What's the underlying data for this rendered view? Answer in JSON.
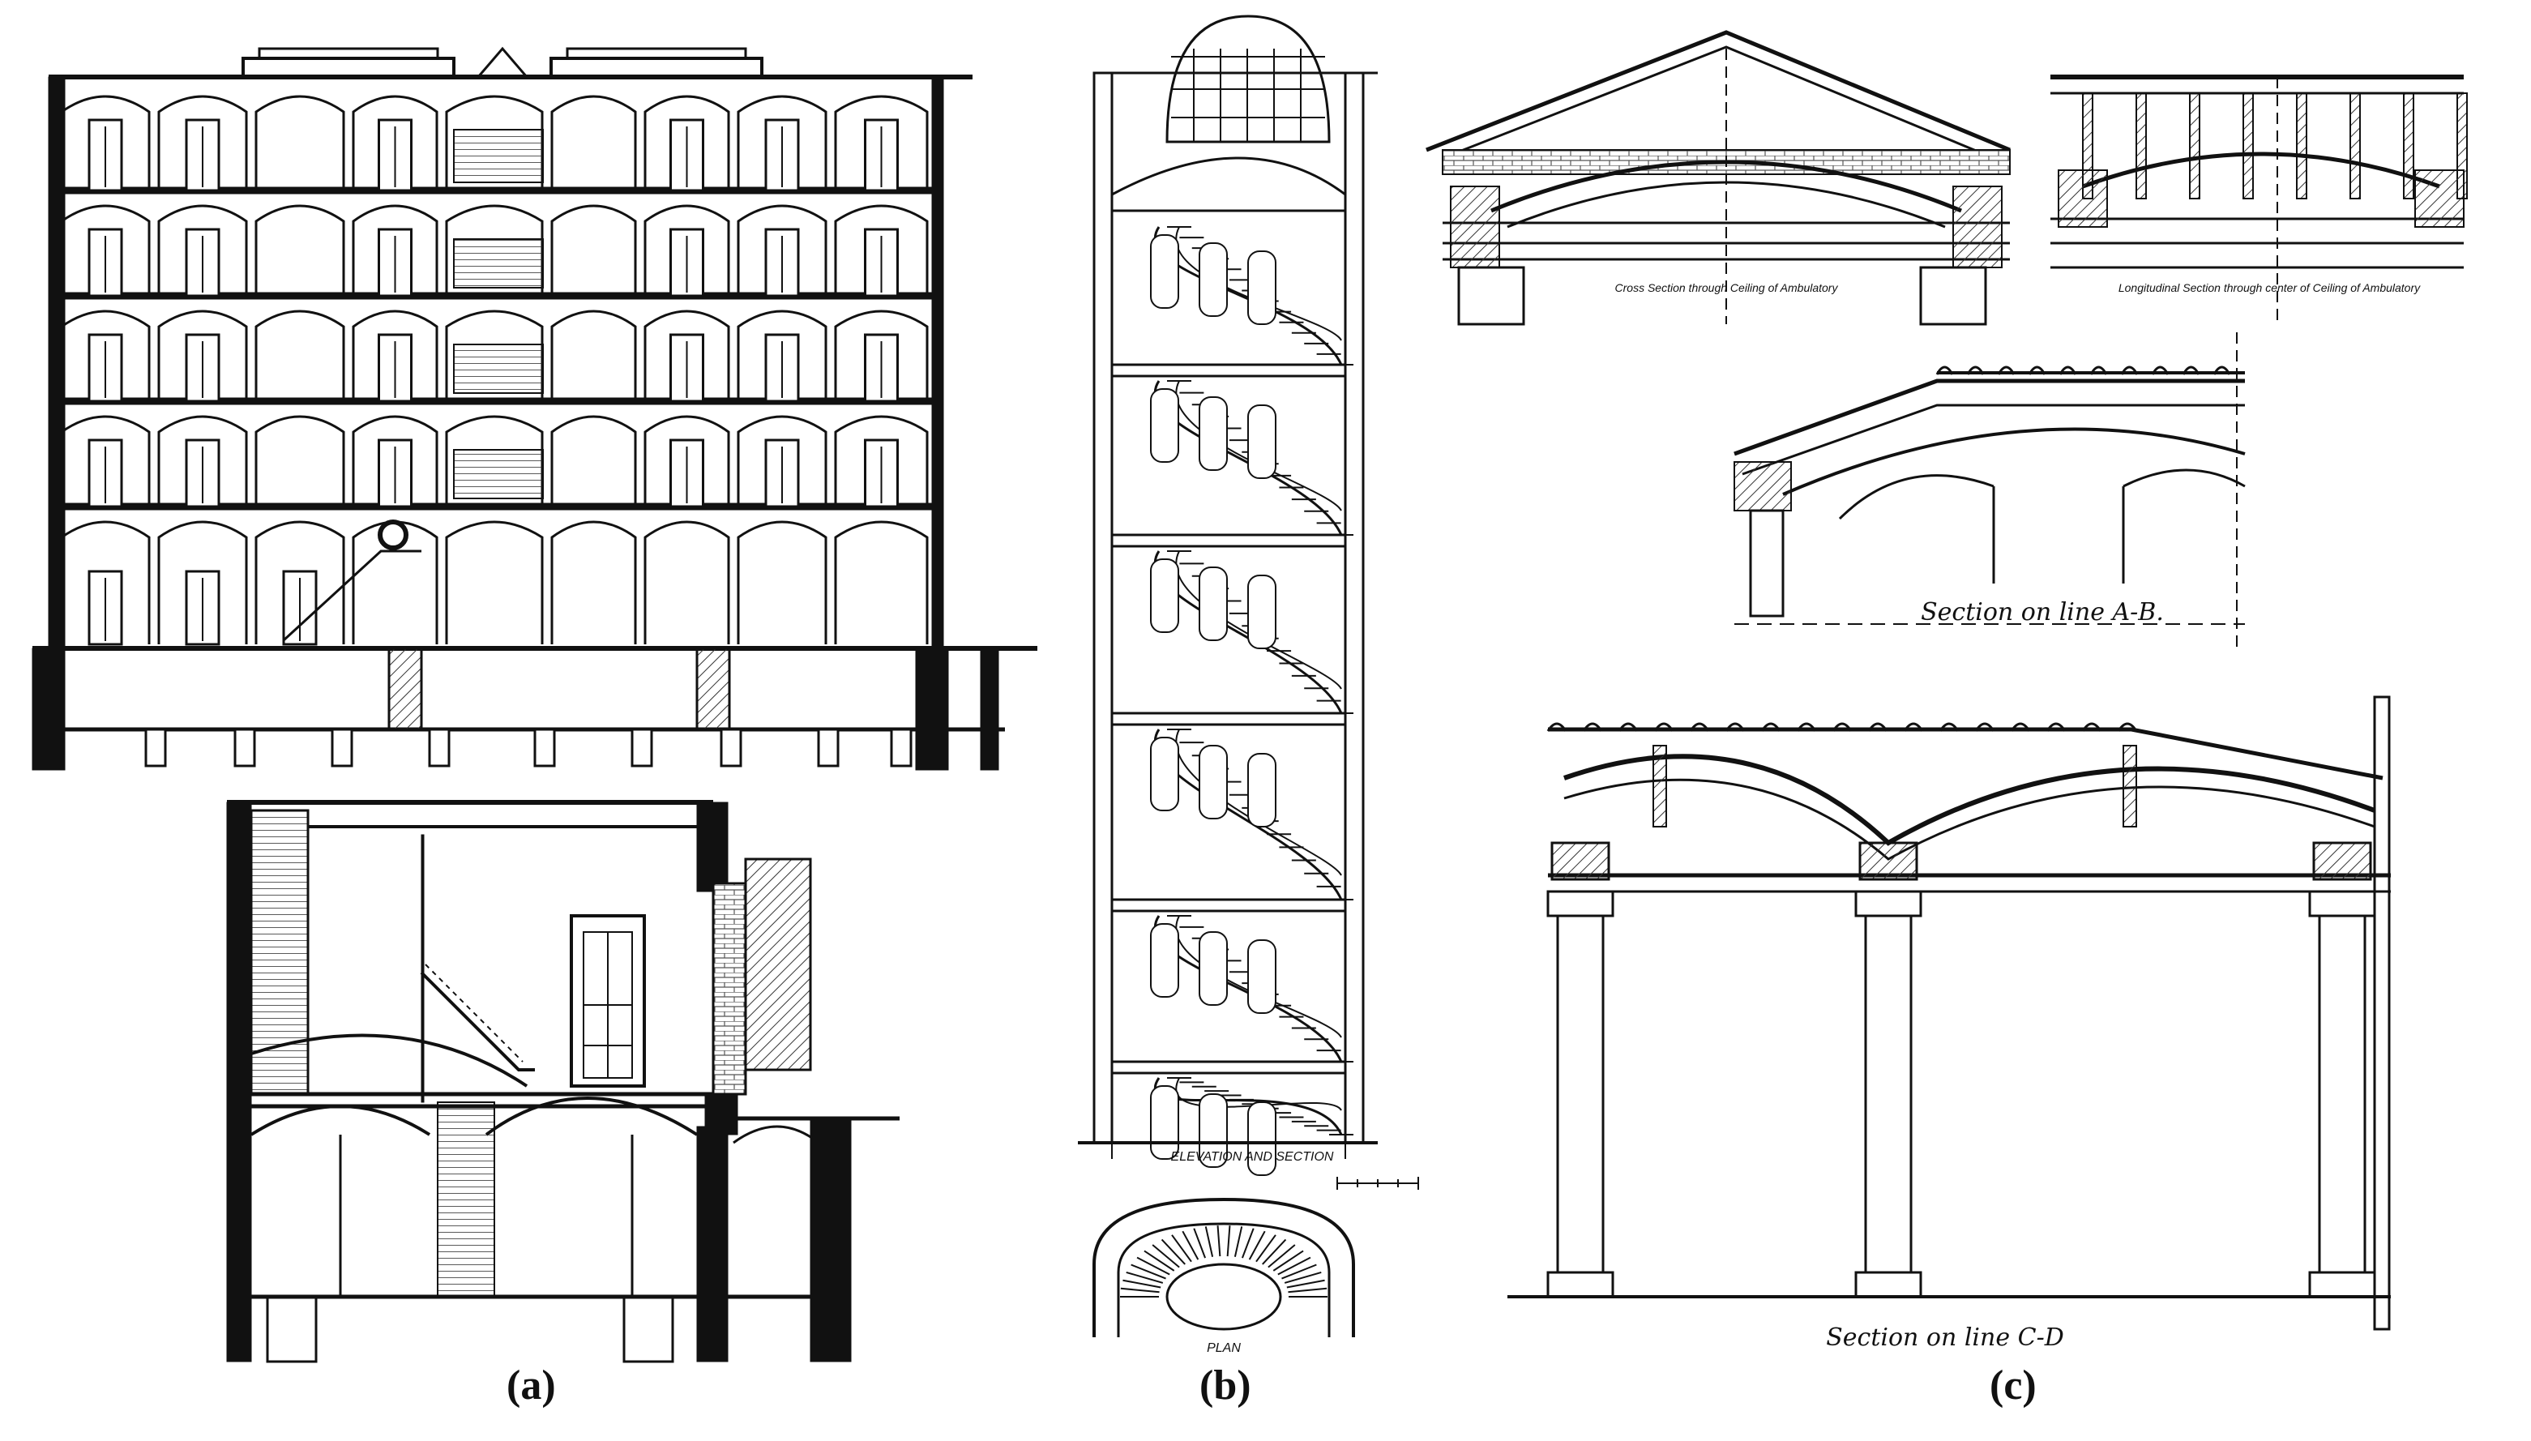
{
  "panels": {
    "a": {
      "label": "(a)"
    },
    "b": {
      "label": "(b)",
      "captions": {
        "elevation": "ELEVATION AND SECTION",
        "plan": "PLAN"
      }
    },
    "c": {
      "label": "(c)",
      "captions": {
        "cross": "Cross Section through Ceiling of Ambulatory",
        "longitudinal": "Longitudinal Section through center of Ceiling of Ambulatory",
        "ab": "Section on line A-B.",
        "cd": "Section on line C-D"
      }
    }
  },
  "colors": {
    "ink": "#111111",
    "paper": "#ffffff",
    "hatch": "#555555"
  }
}
